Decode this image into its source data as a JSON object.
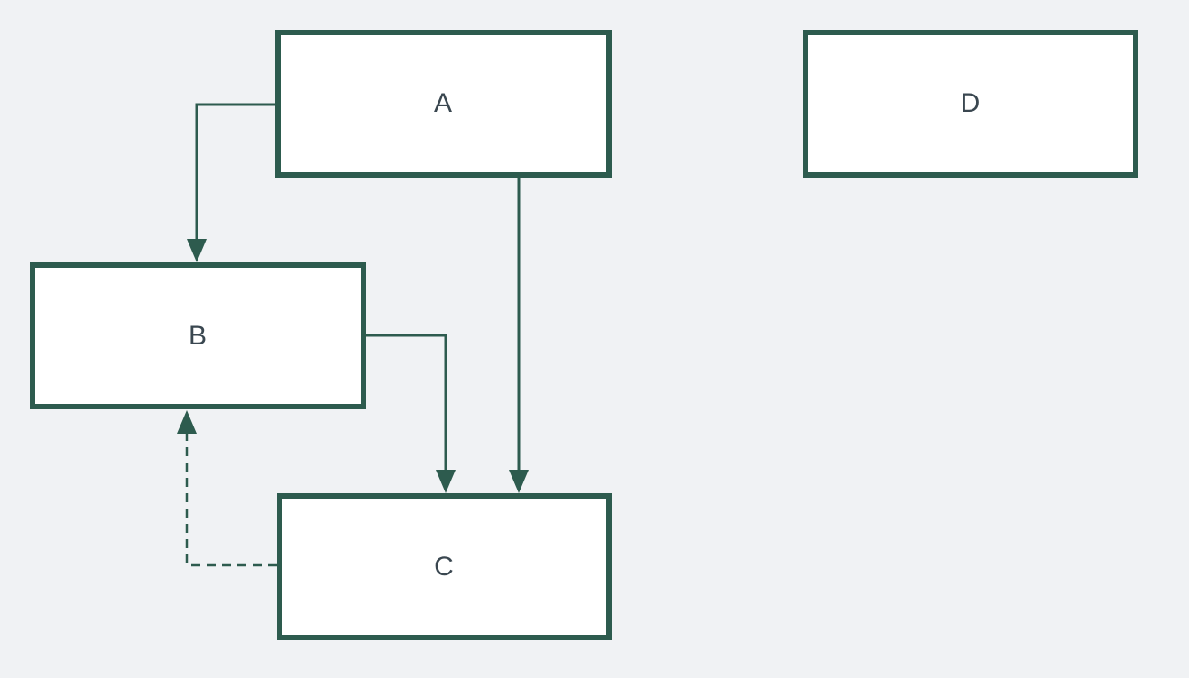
{
  "diagram": {
    "nodes": [
      {
        "id": "A",
        "label": "A"
      },
      {
        "id": "B",
        "label": "B"
      },
      {
        "id": "C",
        "label": "C"
      },
      {
        "id": "D",
        "label": "D"
      }
    ],
    "edges": [
      {
        "from": "A",
        "to": "B",
        "style": "solid",
        "arrow": "filled-triangle-down"
      },
      {
        "from": "A",
        "to": "C",
        "style": "solid",
        "arrow": "filled-triangle-down"
      },
      {
        "from": "B",
        "to": "C",
        "style": "solid",
        "arrow": "filled-triangle-down"
      },
      {
        "from": "C",
        "to": "B",
        "style": "dashed",
        "arrow": "filled-triangle-up"
      }
    ],
    "colors": {
      "stroke": "#2d5b4e",
      "node_fill": "#ffffff",
      "label": "#3a4750",
      "background": "#f0f2f4"
    }
  }
}
